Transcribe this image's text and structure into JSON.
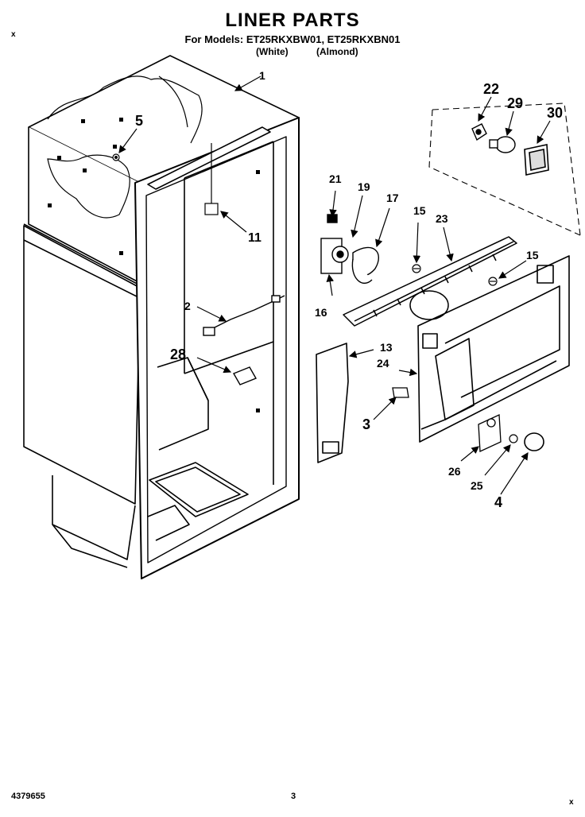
{
  "header": {
    "title": "LINER PARTS",
    "models_line": "For Models: ET25RKXBW01, ET25RKXBN01",
    "variant_white": "(White)",
    "variant_almond": "(Almond)"
  },
  "corner_marks": {
    "top_left": "x",
    "bottom_right": "x"
  },
  "footer": {
    "doc_number": "4379655",
    "page_number": "3"
  },
  "callouts": {
    "c1": "1",
    "c2": "2",
    "c3": "3",
    "c4": "4",
    "c5": "5",
    "c11": "11",
    "c13": "13",
    "c15a": "15",
    "c15b": "15",
    "c16": "16",
    "c17": "17",
    "c19": "19",
    "c21": "21",
    "c22": "22",
    "c23": "23",
    "c24": "24",
    "c25": "25",
    "c26": "26",
    "c28": "28",
    "c29": "29",
    "c30": "30"
  }
}
